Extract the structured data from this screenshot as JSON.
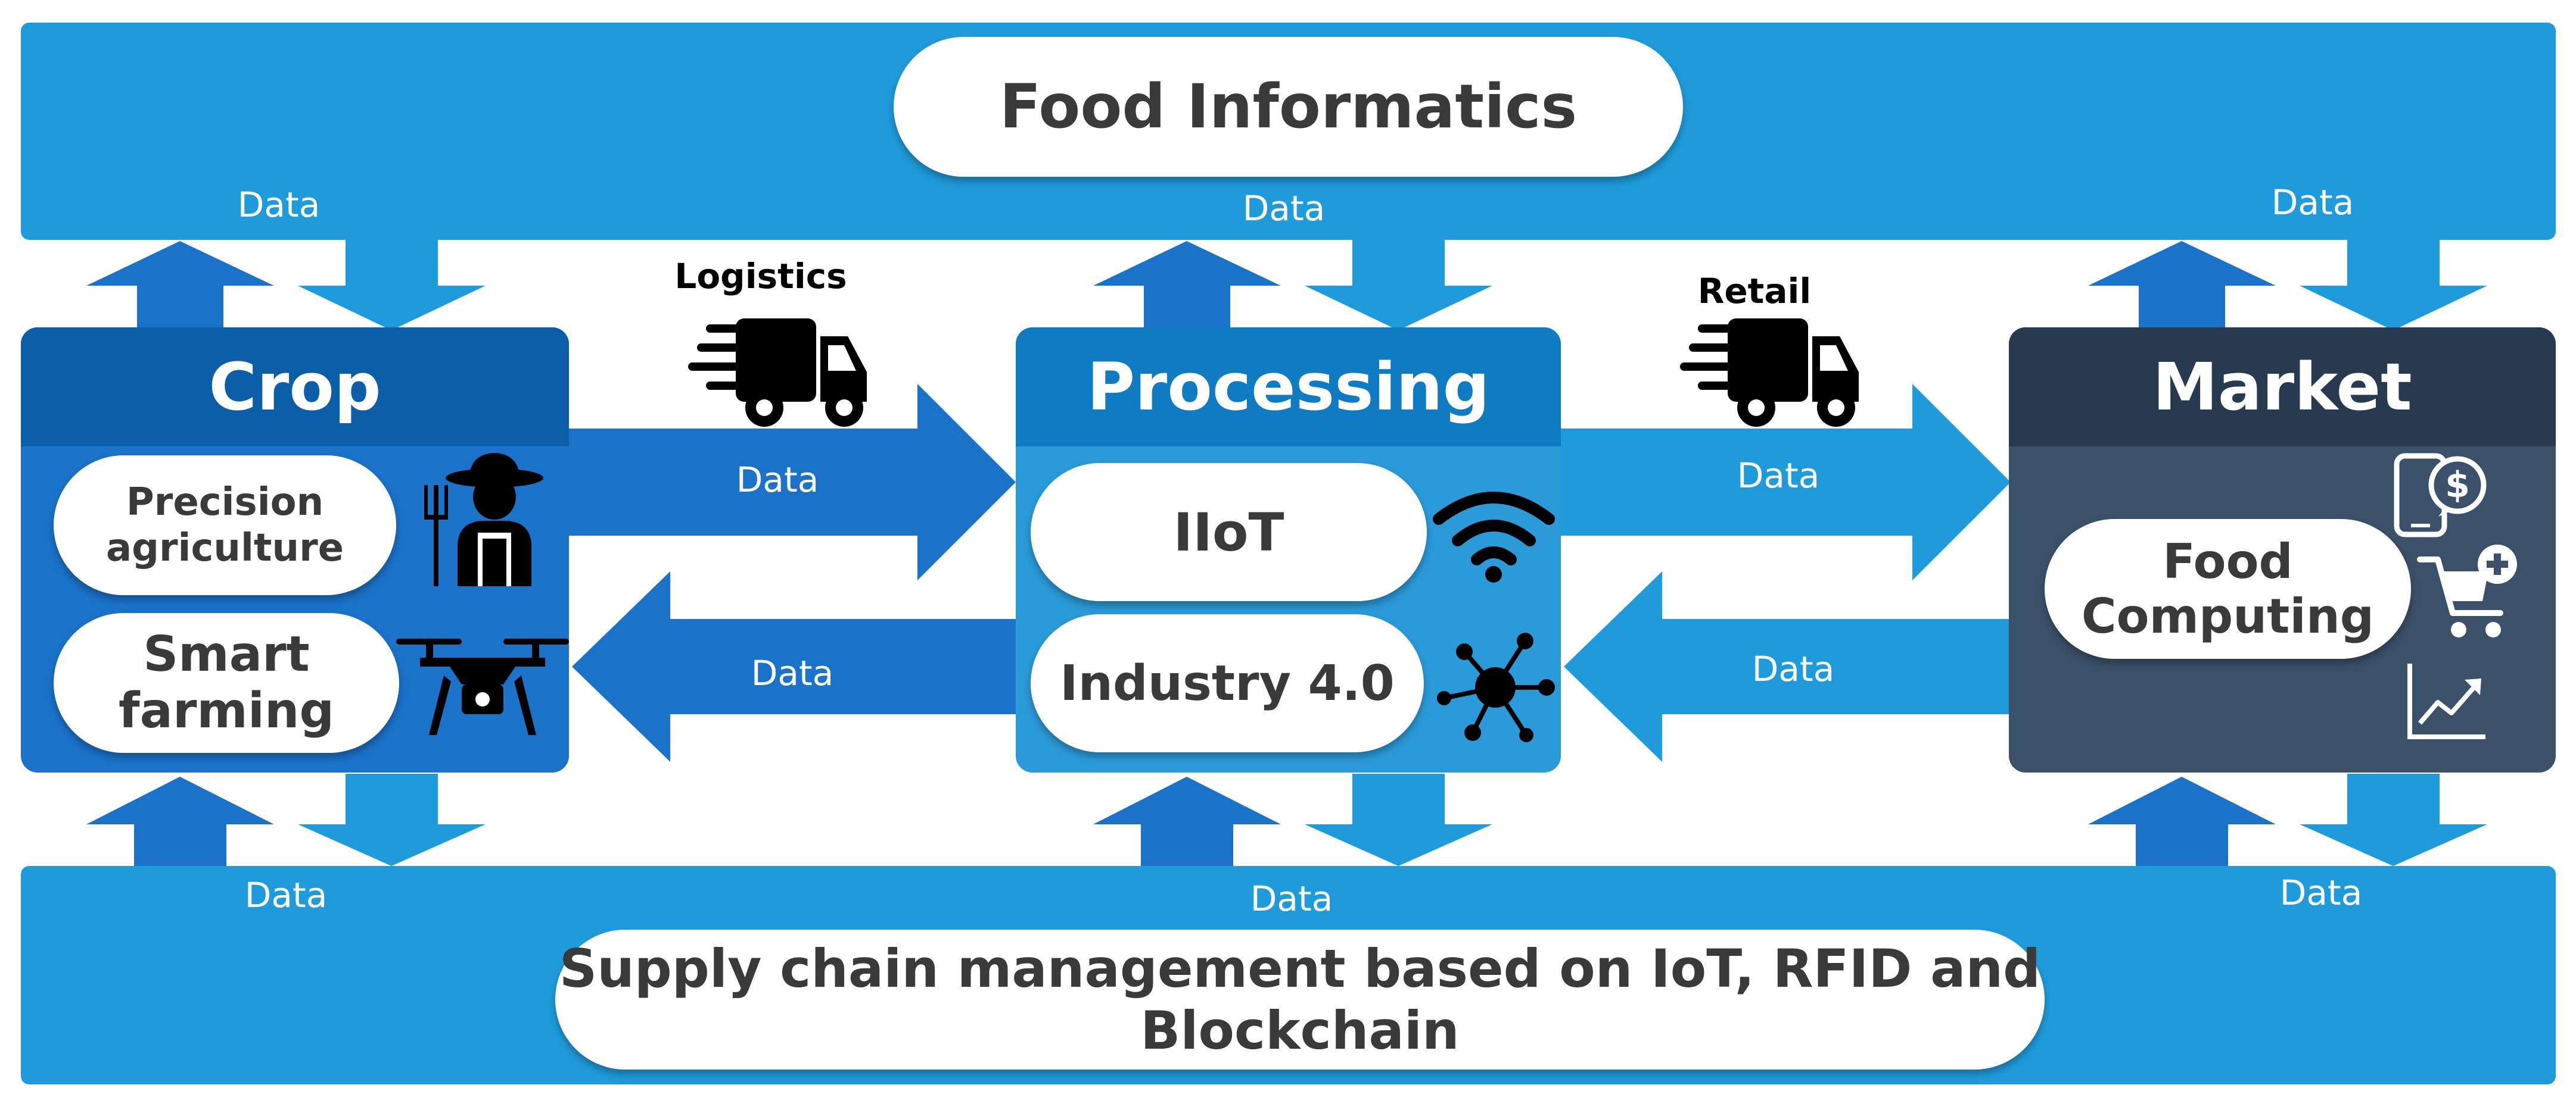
{
  "top_band": {
    "title": "Food Informatics"
  },
  "bottom_band": {
    "title_line1": "Supply chain management based on IoT, RFID and",
    "title_line2": "Blockchain"
  },
  "data_label": "Data",
  "crop": {
    "title": "Crop",
    "item1_line1": "Precision",
    "item1_line2": "agriculture",
    "item2_line1": "Smart",
    "item2_line2": "farming",
    "icons": [
      "farmer-icon",
      "drone-icon"
    ]
  },
  "processing": {
    "title": "Processing",
    "item1": "IIoT",
    "item2": "Industry 4.0",
    "icons": [
      "wifi-icon",
      "network-hub-icon"
    ]
  },
  "market": {
    "title": "Market",
    "item1_line1": "Food",
    "item1_line2": "Computing",
    "icons": [
      "mobile-payment-icon",
      "add-to-cart-icon",
      "growth-chart-icon"
    ]
  },
  "links": {
    "logistics": "Logistics",
    "retail": "Retail"
  },
  "colors": {
    "band_blue": "#1f9bdb",
    "crop_blue": "#1a72c9",
    "crop_head": "#0d5ea8",
    "processing_blue": "#2b9ad8",
    "processing_head": "#0f7bc2",
    "market_slate": "#3b5069",
    "market_head": "#283a50"
  }
}
